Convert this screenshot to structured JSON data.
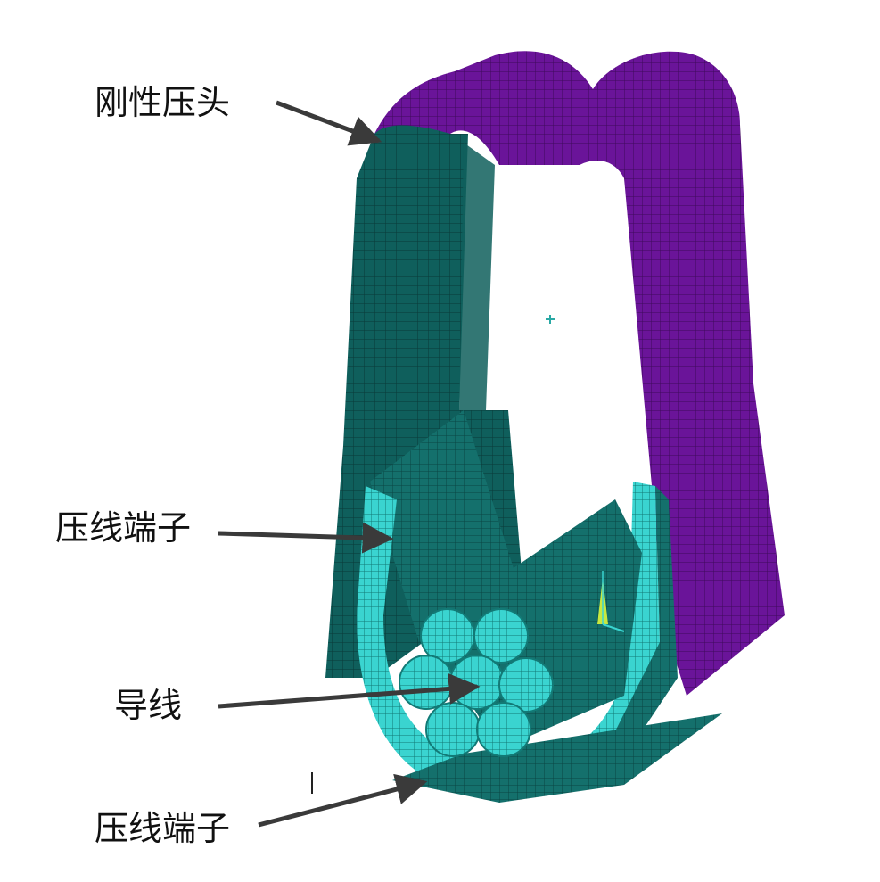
{
  "labels": {
    "rigid_indenter": "刚性压头",
    "crimp_terminal_upper": "压线端子",
    "conductor": "导线",
    "crimp_terminal_lower": "压线端子"
  },
  "colors": {
    "indenter_left": "#0f5f5c",
    "indenter_right": "#6a1499",
    "terminal": "#3ad4d0",
    "conductor": "#3ad4d0",
    "mesh_line": "#0a3a38",
    "arrow": "#3a3a3a"
  }
}
